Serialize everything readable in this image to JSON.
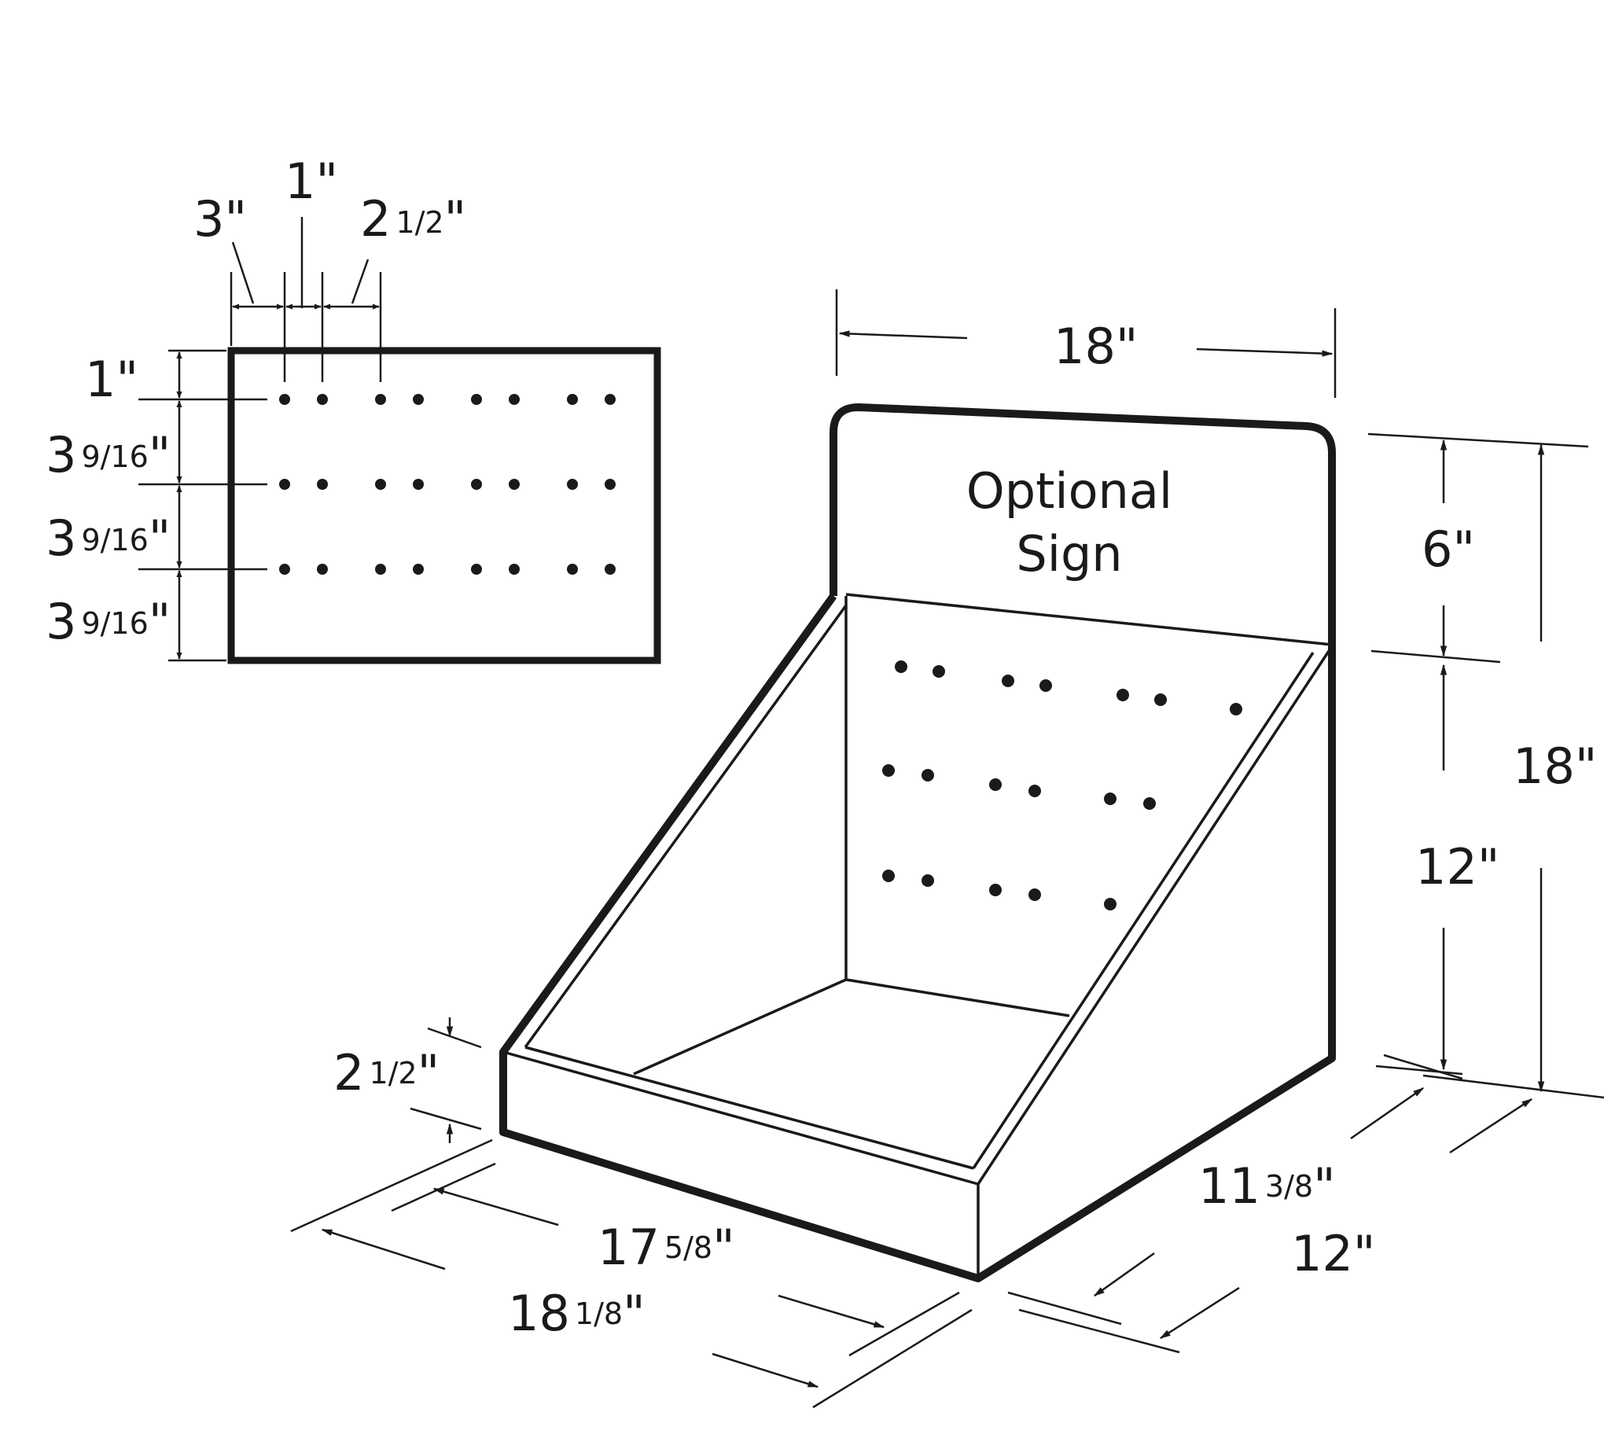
{
  "colors": {
    "line": "#1a1a1a",
    "background": "#ffffff"
  },
  "inset": {
    "top_labels": {
      "left_spacing": "3\"",
      "hole_pair_spacing": "1\"",
      "pair_gap_whole": "2",
      "pair_gap_fraction": "1/2",
      "pair_gap_unit": "\""
    },
    "left_labels": [
      {
        "whole": "1",
        "fraction": "",
        "unit": "\""
      },
      {
        "whole": "3",
        "fraction": "9/16",
        "unit": "\""
      },
      {
        "whole": "3",
        "fraction": "9/16",
        "unit": "\""
      },
      {
        "whole": "3",
        "fraction": "9/16",
        "unit": "\""
      }
    ]
  },
  "display": {
    "sign_line1": "Optional",
    "sign_line2": "Sign",
    "top_width": "18\"",
    "sign_height": "6\"",
    "tray_height": "12\"",
    "total_height": "18\"",
    "front_lip": {
      "whole": "2",
      "fraction": "1/2",
      "unit": "\""
    },
    "inner_width": {
      "whole": "17",
      "fraction": "5/8",
      "unit": "\""
    },
    "outer_width": {
      "whole": "18",
      "fraction": "1/8",
      "unit": "\""
    },
    "inner_depth": {
      "whole": "11",
      "fraction": "3/8",
      "unit": "\""
    },
    "outer_depth": "12\""
  }
}
